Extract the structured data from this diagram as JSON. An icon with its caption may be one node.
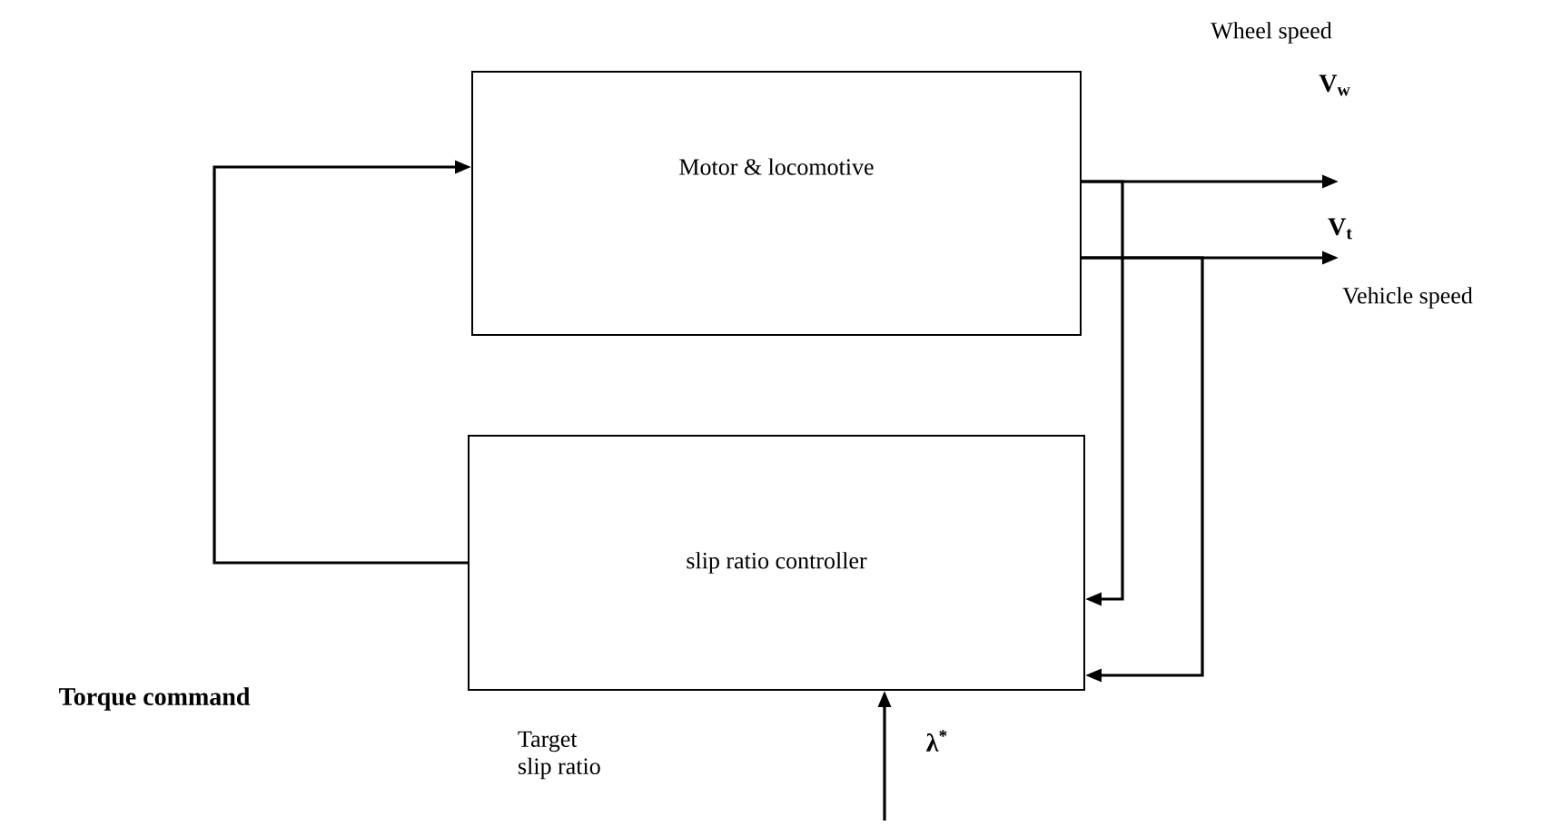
{
  "diagram": {
    "nodes": [
      {
        "text": [
          "Motor & locomotive"
        ]
      },
      {
        "text": [
          "slip ratio controller"
        ]
      }
    ],
    "edges": [
      {
        "from": 1,
        "to": 0,
        "arrow": "to",
        "label": "Torque command"
      },
      {
        "from": 0,
        "to": null,
        "arrow": "to",
        "label": "V$_{w}$"
      },
      {
        "from": 0,
        "to": null,
        "arrow": "to",
        "label": "V$_{t}$"
      },
      {
        "from": 0,
        "to": 1,
        "arrow": "to"
      },
      {
        "from": 0,
        "to": 1,
        "arrow": "to"
      },
      {
        "from": null,
        "to": 1,
        "arrow": "to",
        "label": "λ$^{*}$"
      }
    ],
    "labels": [
      "Wheel speed",
      "Vehicle speed",
      "Target slip ratio"
    ]
  }
}
